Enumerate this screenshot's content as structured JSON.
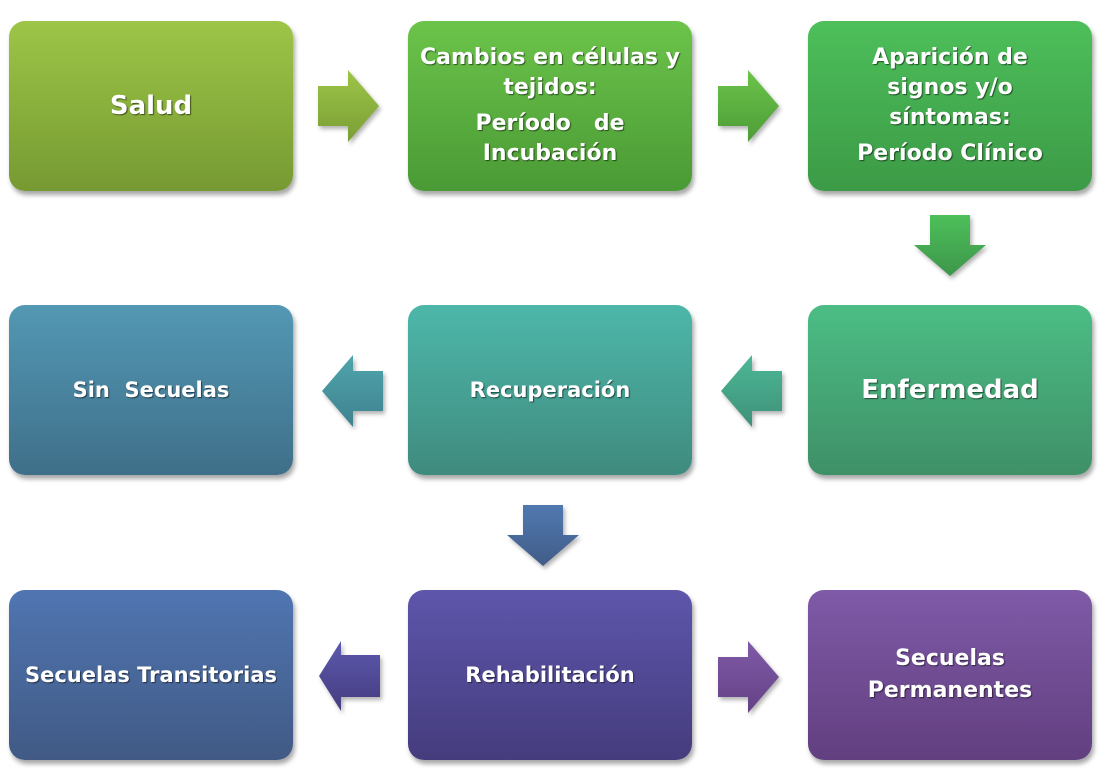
{
  "diagram": {
    "type": "flowchart",
    "nodes": [
      {
        "id": "salud",
        "lines": [
          "Salud"
        ]
      },
      {
        "id": "cambios",
        "lines": [
          "Cambios en células y tejidos:"
        ],
        "sub": [
          "Período   de Incubación"
        ]
      },
      {
        "id": "aparicion",
        "lines": [
          "Aparición de  signos y/o  síntomas:"
        ],
        "sub": [
          "Período Clínico"
        ]
      },
      {
        "id": "enfermedad",
        "lines": [
          "Enfermedad"
        ]
      },
      {
        "id": "recuperacion",
        "lines": [
          "Recuperación"
        ]
      },
      {
        "id": "sin_secuelas",
        "lines": [
          "Sin  Secuelas"
        ]
      },
      {
        "id": "rehabilitacion",
        "lines": [
          "Rehabilitación"
        ]
      },
      {
        "id": "secuelas_transitorias",
        "lines": [
          "Secuelas Transitorias"
        ]
      },
      {
        "id": "secuelas_permanentes",
        "lines": [
          "Secuelas Permanentes"
        ]
      }
    ],
    "edges": [
      {
        "from": "salud",
        "to": "cambios",
        "direction": "right"
      },
      {
        "from": "cambios",
        "to": "aparicion",
        "direction": "right"
      },
      {
        "from": "aparicion",
        "to": "enfermedad",
        "direction": "down"
      },
      {
        "from": "enfermedad",
        "to": "recuperacion",
        "direction": "left"
      },
      {
        "from": "recuperacion",
        "to": "sin_secuelas",
        "direction": "left"
      },
      {
        "from": "recuperacion",
        "to": "rehabilitacion",
        "direction": "down"
      },
      {
        "from": "rehabilitacion",
        "to": "secuelas_transitorias",
        "direction": "left"
      },
      {
        "from": "rehabilitacion",
        "to": "secuelas_permanentes",
        "direction": "right"
      }
    ],
    "colors": {
      "salud": "#8db43f",
      "cambios": "#5cb040",
      "aparicion": "#45ad50",
      "enfermedad": "#46a876",
      "recuperacion": "#46a294",
      "sin_secuelas": "#4984a0",
      "secuelas_transitorias": "#49689b",
      "rehabilitacion": "#514994",
      "secuelas_permanentes": "#714d94"
    }
  }
}
